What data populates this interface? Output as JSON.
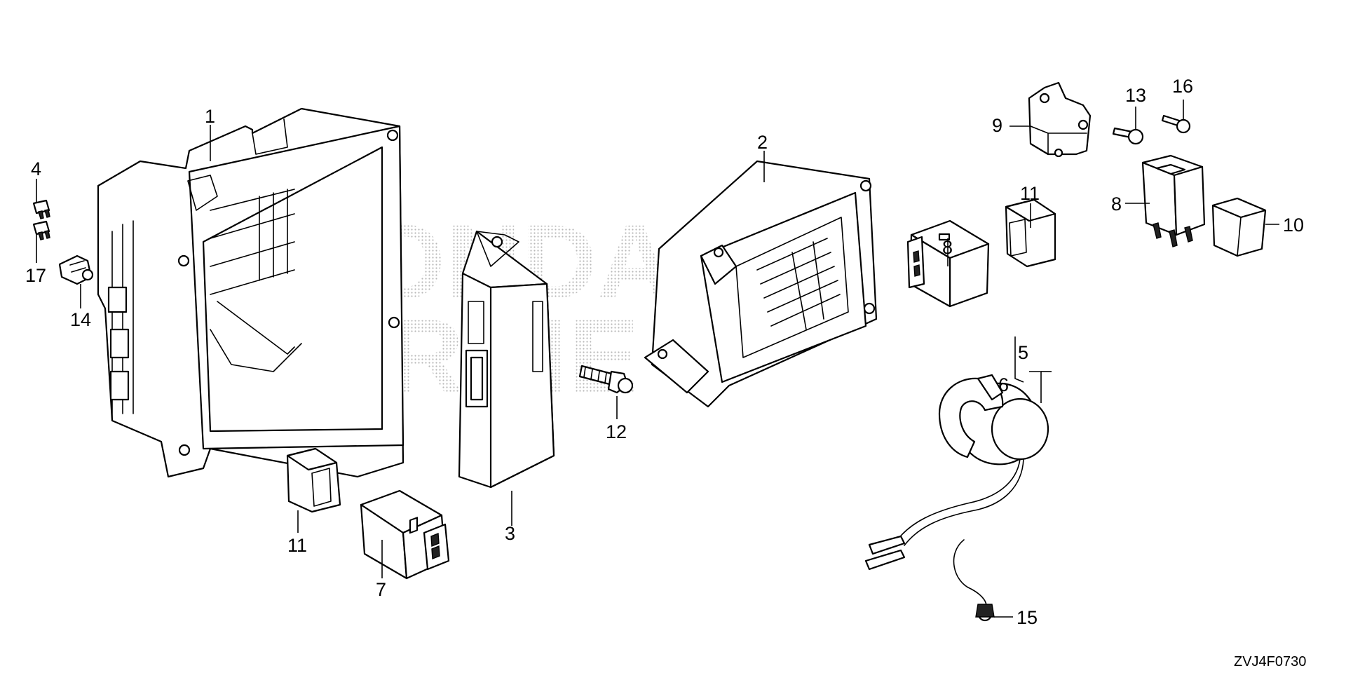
{
  "diagram_code": "ZVJ4F0730",
  "watermark": {
    "line1": "HONDA",
    "line2": "MARINE"
  },
  "callouts": {
    "c1": "1",
    "c2": "2",
    "c3": "3",
    "c4": "4",
    "c5": "5",
    "c6": "6",
    "c7": "7",
    "c8a": "8",
    "c8b": "8",
    "c9": "9",
    "c10": "10",
    "c11a": "11",
    "c11b": "11",
    "c12": "12",
    "c13": "13",
    "c14": "14",
    "c15": "15",
    "c16": "16",
    "c17": "17"
  }
}
